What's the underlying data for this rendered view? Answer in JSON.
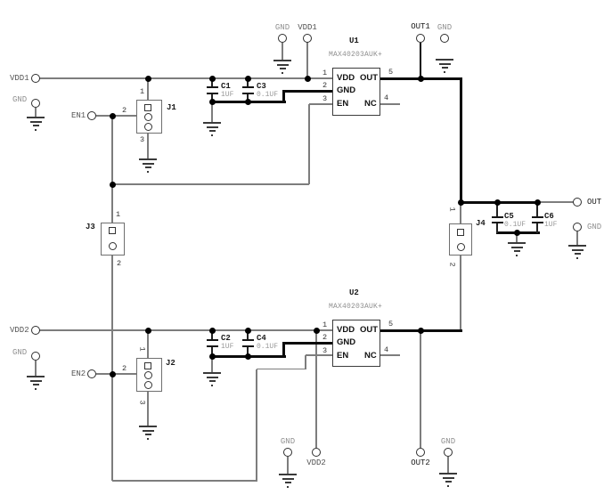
{
  "nets": {
    "vdd1": "VDD1",
    "vdd2": "VDD2",
    "gnd": "GND",
    "en1": "EN1",
    "en2": "EN2",
    "out1": "OUT1",
    "out2": "OUT2",
    "out": "OUT"
  },
  "ics": {
    "u1": {
      "ref": "U1",
      "part": "MAX40203AUK+",
      "pin_vdd": "VDD",
      "pin_gnd": "GND",
      "pin_en": "EN",
      "pin_out": "OUT",
      "pin_nc": "NC",
      "n1": "1",
      "n2": "2",
      "n3": "3",
      "n4": "4",
      "n5": "5"
    },
    "u2": {
      "ref": "U2",
      "part": "MAX40203AUK+",
      "pin_vdd": "VDD",
      "pin_gnd": "GND",
      "pin_en": "EN",
      "pin_out": "OUT",
      "pin_nc": "NC",
      "n1": "1",
      "n2": "2",
      "n3": "3",
      "n4": "4",
      "n5": "5"
    }
  },
  "capacitors": {
    "c1": {
      "ref": "C1",
      "value": "1UF"
    },
    "c2": {
      "ref": "C2",
      "value": "1UF"
    },
    "c3": {
      "ref": "C3",
      "value": "0.1UF"
    },
    "c4": {
      "ref": "C4",
      "value": "0.1UF"
    },
    "c5": {
      "ref": "C5",
      "value": "0.1UF"
    },
    "c6": {
      "ref": "C6",
      "value": "1UF"
    }
  },
  "connectors": {
    "j1": {
      "ref": "J1",
      "pin1": "1",
      "pin2": "2",
      "pin3": "3"
    },
    "j2": {
      "ref": "J2",
      "pin1": "1",
      "pin2": "2",
      "pin3": "3"
    },
    "j3": {
      "ref": "J3",
      "pin1": "1",
      "pin2": "2"
    },
    "j4": {
      "ref": "J4",
      "pin1": "1",
      "pin2": "2"
    }
  }
}
